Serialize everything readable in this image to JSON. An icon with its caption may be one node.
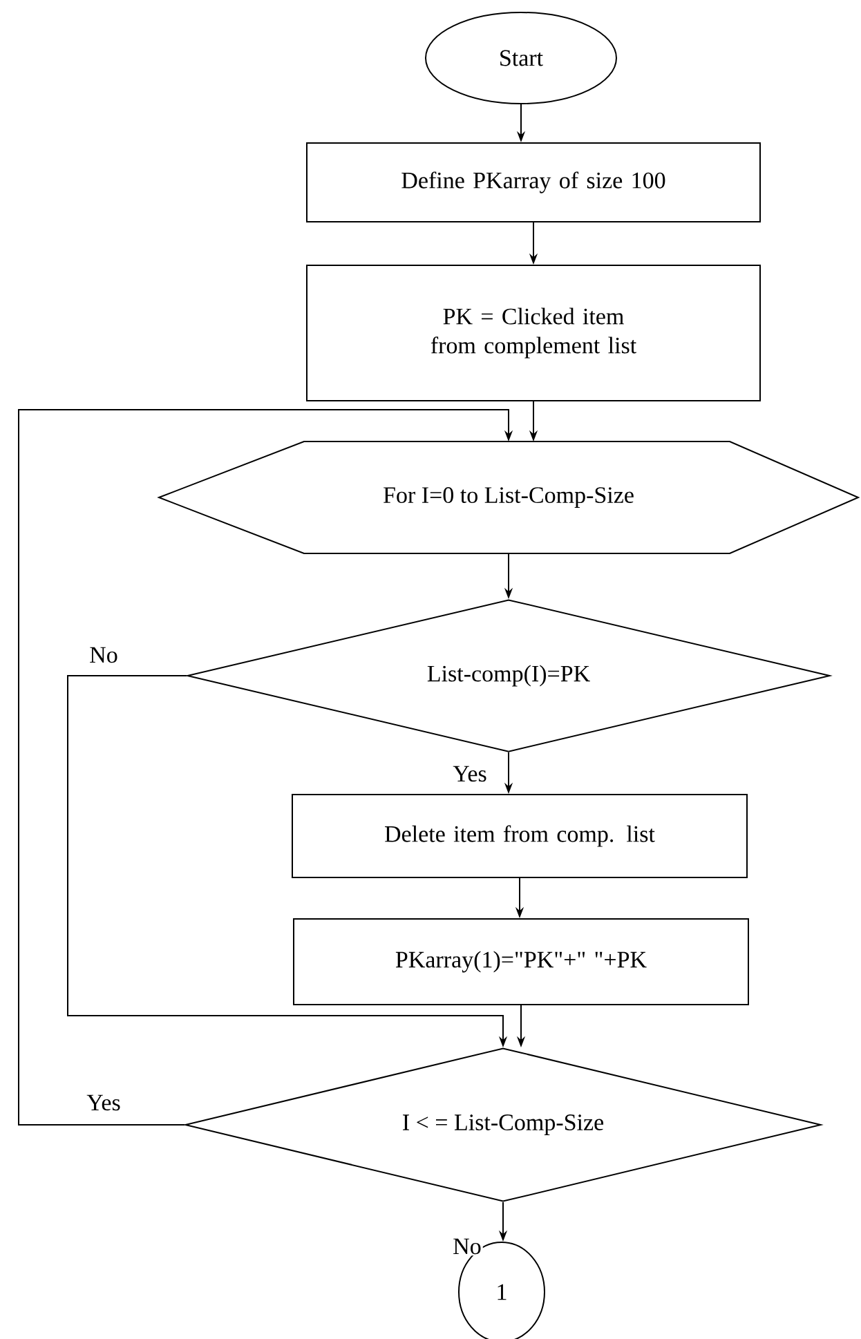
{
  "diagram": {
    "nodes": [
      {
        "text": [
          "Start"
        ]
      },
      {
        "text": [
          "Define PKarray of size 100"
        ]
      },
      {
        "text": [
          "PK = Clicked item from complement list"
        ]
      },
      {
        "text": [
          "For  I=0 to List-Comp-Size"
        ]
      },
      {
        "text": [
          "List-comp(I)=PK"
        ]
      },
      {
        "text": [
          "Delete item from comp. list"
        ]
      },
      {
        "text": [
          "PKarray(1)=\"PK\"+\" \"+PK"
        ]
      },
      {
        "text": [
          "I < = List-Comp-Size"
        ]
      },
      {
        "text": [
          "1"
        ]
      }
    ],
    "edges": [
      {
        "from": 0,
        "to": 1,
        "arrow": "to"
      },
      {
        "from": 1,
        "to": 2,
        "arrow": "to"
      },
      {
        "from": 2,
        "to": 3,
        "arrow": "to"
      },
      {
        "from": 3,
        "to": 4,
        "arrow": "to"
      },
      {
        "from": 4,
        "to": 5,
        "arrow": "to",
        "label": "Yes"
      },
      {
        "from": 5,
        "to": 6,
        "arrow": "to"
      },
      {
        "from": 6,
        "to": 7,
        "arrow": "to"
      },
      {
        "from": 4,
        "to": 7,
        "arrow": "to",
        "label": "No"
      },
      {
        "from": 7,
        "to": 3,
        "arrow": "to",
        "label": "Yes"
      },
      {
        "from": 7,
        "to": 8,
        "arrow": "to",
        "label": "No"
      }
    ]
  }
}
